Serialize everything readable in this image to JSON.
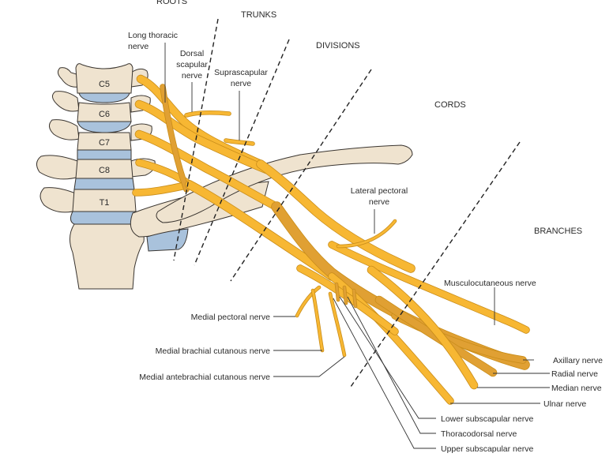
{
  "zones": [
    {
      "id": "roots",
      "label": "ROOTS"
    },
    {
      "id": "trunks",
      "label": "TRUNKS"
    },
    {
      "id": "divisions",
      "label": "DIVISIONS"
    },
    {
      "id": "cords",
      "label": "CORDS"
    },
    {
      "id": "branches",
      "label": "BRANCHES"
    }
  ],
  "vertebrae": [
    "C5",
    "C6",
    "C7",
    "C8",
    "T1"
  ],
  "labels": {
    "long_thoracic": [
      "Long thoracic",
      "nerve"
    ],
    "dorsal_scapular": [
      "Dorsal",
      "scapular",
      "nerve"
    ],
    "suprascapular": [
      "Suprascapular",
      "nerve"
    ],
    "lateral_pectoral": [
      "Lateral pectoral",
      "nerve"
    ],
    "musculocutaneous": "Musculocutaneous nerve",
    "axillary": "Axillary nerve",
    "radial": "Radial nerve",
    "median": "Median nerve",
    "ulnar": "Ulnar nerve",
    "lower_subscapular": "Lower subscapular nerve",
    "thoracodorsal": "Thoracodorsal nerve",
    "upper_subscapular": "Upper subscapular nerve",
    "medial_pectoral": "Medial pectoral nerve",
    "medial_brachial_cutaneous": "Medial brachial cutanous nerve",
    "medial_antebrachial_cutaneous": "Medial antebrachial cutanous nerve"
  },
  "colors": {
    "nerve": "#f7b733",
    "nerve_dark": "#e0a033",
    "bone": "#efe3cf",
    "disc": "#a9c2dc"
  }
}
